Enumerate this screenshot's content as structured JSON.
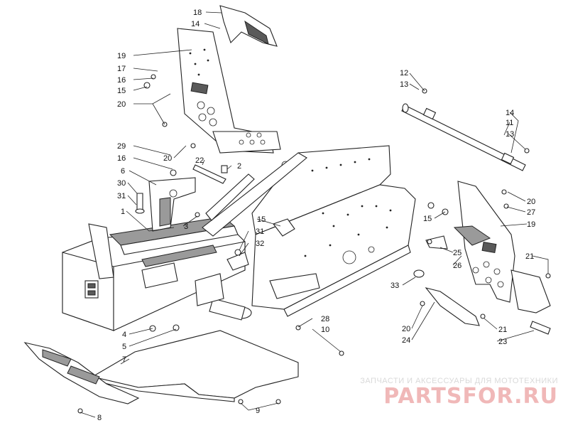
{
  "diagram": {
    "callouts": [
      {
        "id": "c18",
        "text": "18"
      },
      {
        "id": "c14a",
        "text": "14"
      },
      {
        "id": "c19a",
        "text": "19"
      },
      {
        "id": "c17",
        "text": "17"
      },
      {
        "id": "c16a",
        "text": "16"
      },
      {
        "id": "c15a",
        "text": "15"
      },
      {
        "id": "c20a",
        "text": "20"
      },
      {
        "id": "c29",
        "text": "29"
      },
      {
        "id": "c16b",
        "text": "16"
      },
      {
        "id": "c6",
        "text": "6"
      },
      {
        "id": "c20b",
        "text": "20"
      },
      {
        "id": "c22",
        "text": "22"
      },
      {
        "id": "c2",
        "text": "2"
      },
      {
        "id": "c30",
        "text": "30"
      },
      {
        "id": "c31a",
        "text": "31"
      },
      {
        "id": "c1",
        "text": "1"
      },
      {
        "id": "c3",
        "text": "3"
      },
      {
        "id": "c15b",
        "text": "15"
      },
      {
        "id": "c31b",
        "text": "31"
      },
      {
        "id": "c32",
        "text": "32"
      },
      {
        "id": "c12",
        "text": "12"
      },
      {
        "id": "c13a",
        "text": "13"
      },
      {
        "id": "c14b",
        "text": "14"
      },
      {
        "id": "c11",
        "text": "11"
      },
      {
        "id": "c13b",
        "text": "13"
      },
      {
        "id": "c20c",
        "text": "20"
      },
      {
        "id": "c27",
        "text": "27"
      },
      {
        "id": "c15c",
        "text": "15"
      },
      {
        "id": "c19b",
        "text": "19"
      },
      {
        "id": "c25",
        "text": "25"
      },
      {
        "id": "c26",
        "text": "26"
      },
      {
        "id": "c21a",
        "text": "21"
      },
      {
        "id": "c33",
        "text": "33"
      },
      {
        "id": "c28",
        "text": "28"
      },
      {
        "id": "c10",
        "text": "10"
      },
      {
        "id": "c20d",
        "text": "20"
      },
      {
        "id": "c24",
        "text": "24"
      },
      {
        "id": "c21b",
        "text": "21"
      },
      {
        "id": "c23",
        "text": "23"
      },
      {
        "id": "c4",
        "text": "4"
      },
      {
        "id": "c5",
        "text": "5"
      },
      {
        "id": "c7",
        "text": "7"
      },
      {
        "id": "c8",
        "text": "8"
      },
      {
        "id": "c9",
        "text": "9"
      }
    ]
  },
  "watermark": {
    "caption": "ЗАПЧАСТИ И АКСЕССУАРЫ ДЛЯ МОТОТЕХНИКИ",
    "logo": "PARTSFOR.RU"
  },
  "colors": {
    "line": "#222222",
    "shade": "#9a9a9a",
    "watermark_text": "#d9d9d9",
    "watermark_logo": "#f0b8b8"
  }
}
